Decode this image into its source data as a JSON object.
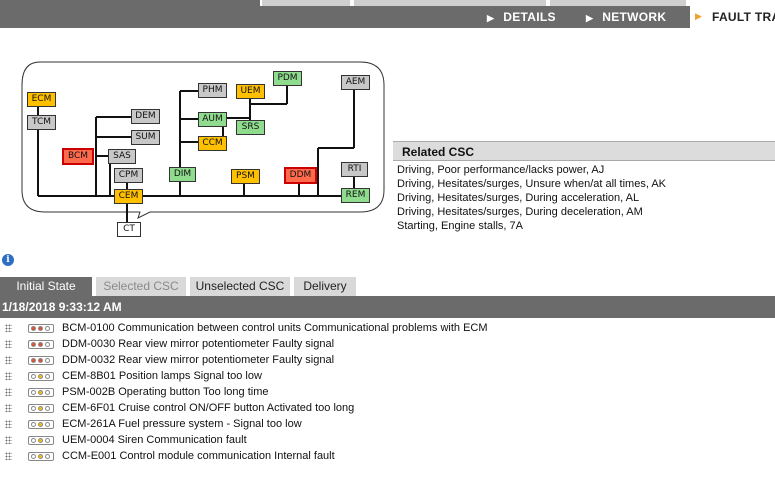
{
  "nav": {
    "details": "DETAILS",
    "network": "NETWORK",
    "fault": "FAULT TRA"
  },
  "colors": {
    "nav_bg": "#6b6b6b",
    "node_gray": "#c8c8c8",
    "node_yellow": "#ffc000",
    "node_green": "#8fdc8f",
    "node_red": "#ff6a4d",
    "lamp_red": "#e05030",
    "lamp_yellow": "#f5c400"
  },
  "diagram": {
    "nodes": [
      {
        "id": "ECM",
        "color": "yellow"
      },
      {
        "id": "TCM",
        "color": "gray"
      },
      {
        "id": "DEM",
        "color": "gray"
      },
      {
        "id": "SUM",
        "color": "gray"
      },
      {
        "id": "BCM",
        "color": "red"
      },
      {
        "id": "SAS",
        "color": "gray"
      },
      {
        "id": "CPM",
        "color": "gray"
      },
      {
        "id": "CEM",
        "color": "yellow"
      },
      {
        "id": "CT",
        "color": "white"
      },
      {
        "id": "PHM",
        "color": "gray"
      },
      {
        "id": "UEM",
        "color": "yellow"
      },
      {
        "id": "PDM",
        "color": "green"
      },
      {
        "id": "AUM",
        "color": "green"
      },
      {
        "id": "SRS",
        "color": "green"
      },
      {
        "id": "CCM",
        "color": "yellow"
      },
      {
        "id": "DIM",
        "color": "green"
      },
      {
        "id": "PSM",
        "color": "yellow"
      },
      {
        "id": "DDM",
        "color": "red"
      },
      {
        "id": "AEM",
        "color": "gray"
      },
      {
        "id": "RTI",
        "color": "gray"
      },
      {
        "id": "REM",
        "color": "green"
      }
    ]
  },
  "related_csc": {
    "title": "Related CSC",
    "items": [
      "Driving, Poor performance/lacks power, AJ",
      "Driving, Hesitates/surges, Unsure when/at all times, AK",
      "Driving, Hesitates/surges, During acceleration, AL",
      "Driving, Hesitates/surges, During deceleration, AM",
      "Starting, Engine stalls, 7A"
    ]
  },
  "info_icon": "info-icon",
  "tabs": [
    {
      "label": "Initial State",
      "state": "active"
    },
    {
      "label": "Selected CSC",
      "state": "disabled"
    },
    {
      "label": "Unselected CSC",
      "state": "inactive"
    },
    {
      "label": "Delivery",
      "state": "inactive"
    }
  ],
  "timestamp": "1/18/2018 9:33:12 AM",
  "faults": [
    {
      "text": "BCM-0100 Communication between control units Communicational problems with ECM",
      "lamp": "red"
    },
    {
      "text": "DDM-0030 Rear view mirror potentiometer Faulty signal",
      "lamp": "red"
    },
    {
      "text": "DDM-0032 Rear view mirror potentiometer Faulty signal",
      "lamp": "red"
    },
    {
      "text": "CEM-8B01 Position lamps Signal too low",
      "lamp": "yellow"
    },
    {
      "text": "PSM-002B Operating button Too long time",
      "lamp": "yellow"
    },
    {
      "text": "CEM-6F01 Cruise control ON/OFF button Activated too long",
      "lamp": "yellow"
    },
    {
      "text": "ECM-261A Fuel pressure system - Signal too low",
      "lamp": "yellow"
    },
    {
      "text": "UEM-0004 Siren Communication fault",
      "lamp": "yellow"
    },
    {
      "text": "CCM-E001 Control module communication Internal fault",
      "lamp": "yellow"
    }
  ]
}
